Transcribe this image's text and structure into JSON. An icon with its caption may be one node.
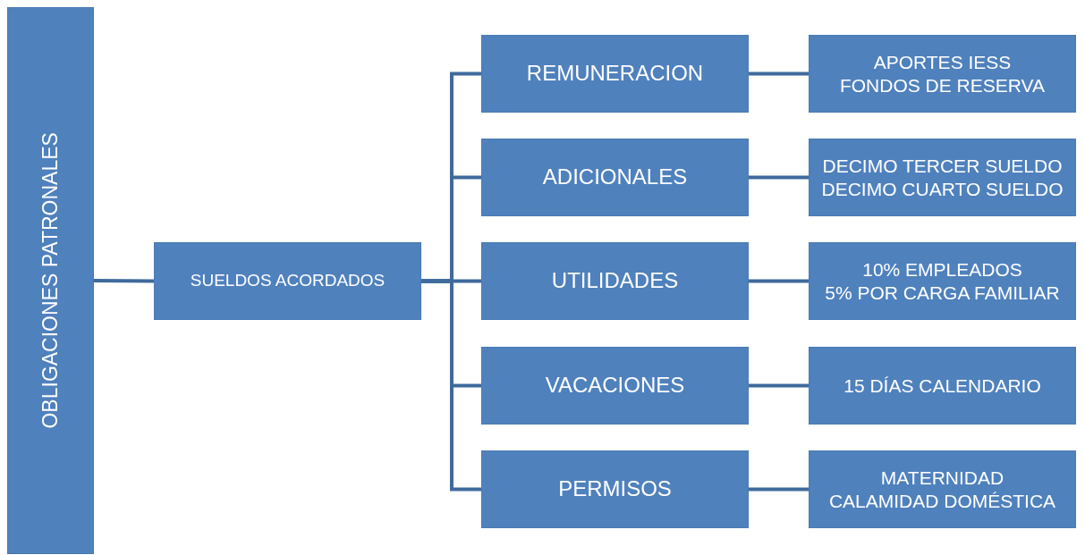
{
  "diagram": {
    "nodes": [
      {
        "text": [
          "OBLIGACIONES PATRONALES"
        ]
      },
      {
        "text": [
          "SUELDOS ACORDADOS"
        ]
      },
      {
        "text": [
          "REMUNERACION"
        ]
      },
      {
        "text": [
          "ADICIONALES"
        ]
      },
      {
        "text": [
          "UTILIDADES"
        ]
      },
      {
        "text": [
          "VACACIONES"
        ]
      },
      {
        "text": [
          "PERMISOS"
        ]
      },
      {
        "text": [
          "APORTES IESS",
          "FONDOS DE RESERVA"
        ]
      },
      {
        "text": [
          "DECIMO TERCER SUELDO",
          "DECIMO CUARTO SUELDO"
        ]
      },
      {
        "text": [
          "10% EMPLEADOS",
          "5% POR CARGA FAMILIAR"
        ]
      },
      {
        "text": [
          "15 DÍAS CALENDARIO"
        ]
      },
      {
        "text": [
          "MATERNIDAD",
          "CALAMIDAD DOMÉSTICA"
        ]
      }
    ],
    "edges": [
      {
        "from": 0,
        "to": 1,
        "arrow": "none"
      },
      {
        "from": 1,
        "to": 2,
        "arrow": "none"
      },
      {
        "from": 1,
        "to": 3,
        "arrow": "none"
      },
      {
        "from": 1,
        "to": 4,
        "arrow": "none"
      },
      {
        "from": 1,
        "to": 5,
        "arrow": "none"
      },
      {
        "from": 1,
        "to": 6,
        "arrow": "none"
      },
      {
        "from": 2,
        "to": 7,
        "arrow": "none"
      },
      {
        "from": 3,
        "to": 8,
        "arrow": "none"
      },
      {
        "from": 4,
        "to": 9,
        "arrow": "none"
      },
      {
        "from": 5,
        "to": 10,
        "arrow": "none"
      },
      {
        "from": 6,
        "to": 11,
        "arrow": "none"
      }
    ]
  }
}
